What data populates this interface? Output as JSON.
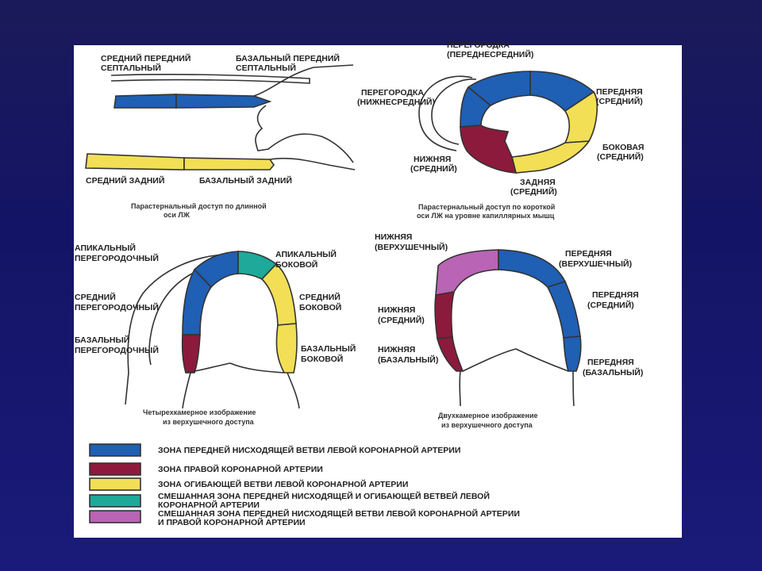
{
  "colors": {
    "lad": "#1f5fb4",
    "rca": "#8c1a3c",
    "cx": "#f2df55",
    "mixed_lad_cx": "#1ea99a",
    "mixed_lad_rca": "#b964b4"
  },
  "plax": {
    "label_mid_ant_sept": [
      "СРЕДНИЙ ПЕРЕДНИЙ",
      "СЕПТАЛЬНЫЙ"
    ],
    "label_bas_ant_sept": [
      "БАЗАЛЬНЫЙ ПЕРЕДНИЙ",
      "СЕПТАЛЬНЫЙ"
    ],
    "label_mid_post": "СРЕДНИЙ ЗАДНИЙ",
    "label_bas_post": "БАЗАЛЬНЫЙ ЗАДНИЙ",
    "caption": [
      "Парастернальный доступ по длинной",
      "оси ЛЖ"
    ]
  },
  "psax": {
    "label_sept_ant": [
      "ПЕРЕГОРОДКА",
      "(ПЕРЕДНЕСРЕДНИЙ)"
    ],
    "label_sept_inf": [
      "ПЕРЕГОРОДКА",
      "(НИЖНЕСРЕДНИЙ)"
    ],
    "label_ant": [
      "ПЕРЕДНЯЯ",
      "(СРЕДНИЙ)"
    ],
    "label_lat": [
      "БОКОВАЯ",
      "(СРЕДНИЙ)"
    ],
    "label_inf": [
      "НИЖНЯЯ",
      "(СРЕДНИЙ)"
    ],
    "label_post": [
      "ЗАДНЯЯ",
      "(СРЕДНИЙ)"
    ],
    "caption": [
      "Парастернальный доступ по короткой",
      "оси ЛЖ на уровне капиллярных мышц"
    ]
  },
  "a4c": {
    "label_apical_sept": [
      "АПИКАЛЬНЫЙ",
      "ПЕРЕГОРОДОЧНЫЙ"
    ],
    "label_mid_sept": [
      "СРЕДНИЙ",
      "ПЕРЕГОРОДОЧНЫЙ"
    ],
    "label_bas_sept": [
      "БАЗАЛЬНЫЙ",
      "ПЕРЕГОРОДОЧНЫЙ"
    ],
    "label_apical_lat": [
      "АПИКАЛЬНЫЙ",
      "БОКОВОЙ"
    ],
    "label_mid_lat": [
      "СРЕДНИЙ",
      "БОКОВОЙ"
    ],
    "label_bas_lat": [
      "БАЗАЛЬНЫЙ",
      "БОКОВОЙ"
    ],
    "caption": [
      "Четырехкамерное изображение",
      "из верхушечного доступа"
    ]
  },
  "a2c": {
    "label_inf_apical": [
      "НИЖНЯЯ",
      "(ВЕРХУШЕЧНЫЙ)"
    ],
    "label_inf_mid": [
      "НИЖНЯЯ",
      "(СРЕДНИЙ)"
    ],
    "label_inf_bas": [
      "НИЖНЯЯ",
      "(БАЗАЛЬНЫЙ)"
    ],
    "label_ant_apical": [
      "ПЕРЕДНЯЯ",
      "(ВЕРХУШЕЧНЫЙ)"
    ],
    "label_ant_mid": [
      "ПЕРЕДНЯЯ",
      "(СРЕДНИЙ)"
    ],
    "label_ant_bas": [
      "ПЕРЕДНЯЯ",
      "(БАЗАЛЬНЫЙ)"
    ],
    "caption": [
      "Двухкамерное изображение",
      "из верхушечного доступа"
    ]
  },
  "legend": [
    {
      "key": "lad",
      "lines": [
        "ЗОНА ПЕРЕДНЕЙ НИСХОДЯЩЕЙ ВЕТВИ ЛЕВОЙ КОРОНАРНОЙ АРТЕРИИ"
      ]
    },
    {
      "key": "rca",
      "lines": [
        "ЗОНА ПРАВОЙ КОРОНАРНОЙ АРТЕРИИ"
      ]
    },
    {
      "key": "cx",
      "lines": [
        "ЗОНА ОГИБАЮЩЕЙ ВЕТВИ ЛЕВОЙ КОРОНАРНОЙ АРТЕРИИ"
      ]
    },
    {
      "key": "mixed_lad_cx",
      "lines": [
        "СМЕШАННАЯ ЗОНА ПЕРЕДНЕЙ НИСХОДЯЩЕЙ И ОГИБАЮЩЕЙ ВЕТВЕЙ ЛЕВОЙ",
        "КОРОНАРНОЙ АРТЕРИИ"
      ]
    },
    {
      "key": "mixed_lad_rca",
      "lines": [
        "СМЕШАННАЯ ЗОНА ПЕРЕДНЕЙ НИСХОДЯЩЕЙ ВЕТВИ ЛЕВОЙ КОРОНАРНОЙ АРТЕРИИ",
        "И ПРАВОЙ КОРОНАРНОЙ АРТЕРИИ"
      ]
    }
  ]
}
